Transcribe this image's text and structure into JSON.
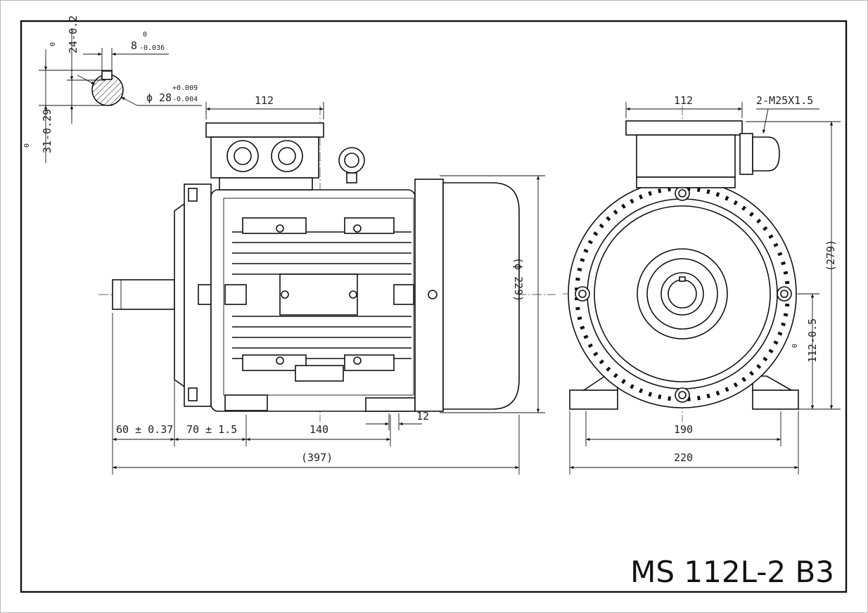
{
  "title": "MS 112L-2 B3",
  "key_section": {
    "key_width": "8",
    "key_width_tol_upper": "0",
    "key_width_tol_lower": "-0.036",
    "depth": "24-0.2",
    "depth_tol_upper": "0",
    "height": "31-0.29",
    "height_tol_upper": "0",
    "shaft_dia": "ϕ 28",
    "shaft_tol_upper": "+0.009",
    "shaft_tol_lower": "-0.004"
  },
  "side_view": {
    "terminal_box_width": "112",
    "shaft_length": "60 ± 0.37",
    "shoulder_to_foot_hole": "70 ± 1.5",
    "foot_hole_spacing": "140",
    "foot_thickness": "12",
    "overall_length": "(397)",
    "fan_cover_dia": "(ϕ 229)"
  },
  "front_view": {
    "terminal_box_width": "112",
    "cable_gland": "2-M25X1.5",
    "overall_height": "(279)",
    "shaft_height": "112-0.5",
    "shaft_height_tol_upper": "0",
    "foot_hole_spacing": "190",
    "foot_width": "220"
  }
}
